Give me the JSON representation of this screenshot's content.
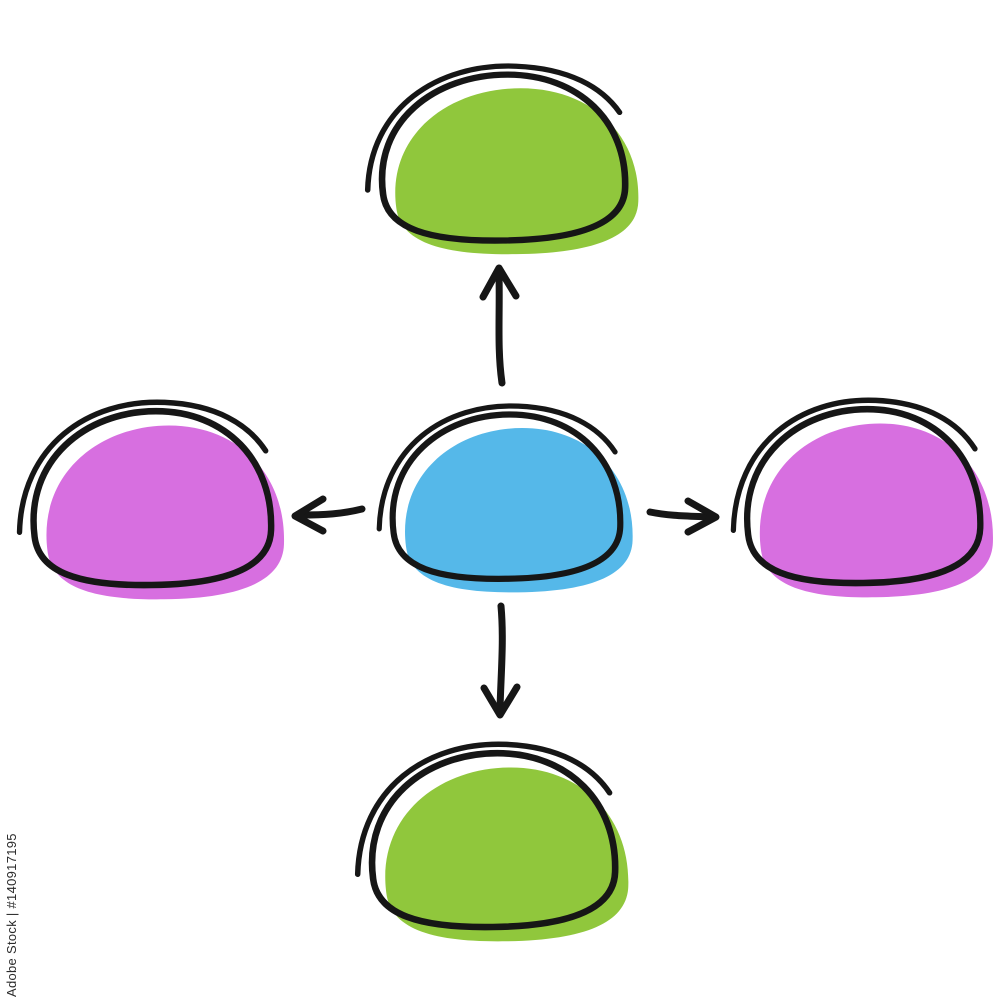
{
  "watermark": {
    "agency": "Adobe Stock",
    "separator": "|",
    "asset_number": "#140917195",
    "full": "Adobe Stock | #140917195"
  },
  "diagram": {
    "background": "#ffffff",
    "outline_color": "#161616",
    "arrow_color": "#161616",
    "nodes": {
      "top": {
        "position": "top",
        "color": "#90c73c"
      },
      "left": {
        "position": "left",
        "color": "#d76fe0"
      },
      "center": {
        "position": "center",
        "color": "#55b8e9"
      },
      "right": {
        "position": "right",
        "color": "#d76fe0"
      },
      "bottom": {
        "position": "bottom",
        "color": "#90c73c"
      }
    },
    "arrows": [
      {
        "direction": "up"
      },
      {
        "direction": "left"
      },
      {
        "direction": "right"
      },
      {
        "direction": "down"
      }
    ]
  }
}
